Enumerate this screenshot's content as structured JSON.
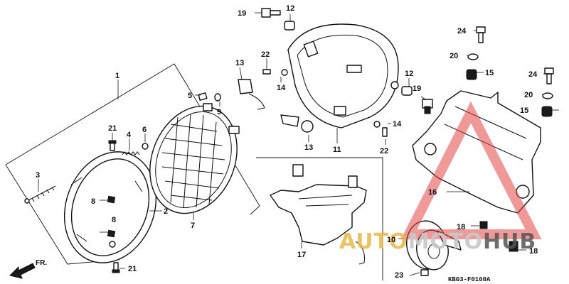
{
  "diagram": {
    "code": "KBG3-F0100A",
    "front_marker": "FR.",
    "callouts": [
      "1",
      "2",
      "3",
      "4",
      "5",
      "6",
      "7",
      "8",
      "8",
      "9",
      "10",
      "11",
      "12",
      "12",
      "13",
      "13",
      "14",
      "14",
      "15",
      "15",
      "16",
      "17",
      "18",
      "18",
      "19",
      "19",
      "20",
      "20",
      "21",
      "21",
      "22",
      "22",
      "23",
      "24",
      "24"
    ]
  },
  "watermark": {
    "part1": "AUTO",
    "part2": "MOTO",
    "part3": "HUB",
    "colors": {
      "triangle": "#e34545",
      "auto": "#e8b84a",
      "moto": "#c8c8c8",
      "hub": "#555555"
    }
  }
}
